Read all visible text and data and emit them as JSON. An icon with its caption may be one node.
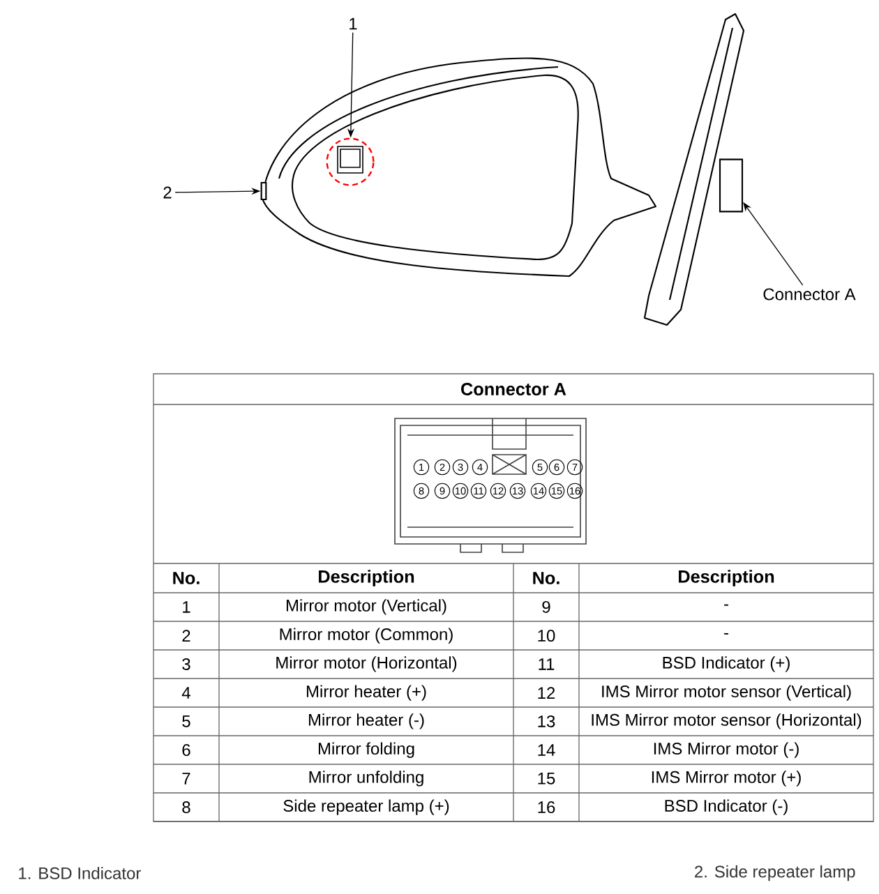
{
  "diagram": {
    "nodes": [
      {
        "text": [
          "1"
        ]
      },
      {
        "text": [],
        "shape": "circle"
      },
      {
        "text": [
          "2"
        ]
      },
      {
        "text": [],
        "shape": "bar"
      },
      {
        "text": [
          "Connector A"
        ]
      },
      {
        "text": [],
        "shape": "box"
      }
    ],
    "edges": [
      {
        "from": 0,
        "to": 1,
        "arrow": "to"
      },
      {
        "from": 2,
        "to": 3,
        "arrow": "to"
      },
      {
        "from": 4,
        "to": 5,
        "arrow": "to"
      }
    ],
    "labels": [
      "Connector A",
      "1",
      "2",
      "3",
      "4",
      "5",
      "6",
      "7",
      "8",
      "9",
      "10",
      "11",
      "12",
      "13",
      "14",
      "15",
      "16",
      "No.",
      "Description",
      "No.",
      "Description",
      "1",
      "Mirror motor (Vertical)",
      "9",
      "-",
      "2",
      "Mirror motor (Common)",
      "10",
      "-",
      "3",
      "Mirror motor (Horizontal)",
      "11",
      "BSD Indicator (+)",
      "4",
      "Mirror heater (+)",
      "12",
      "IMS Mirror motor sensor (Vertical)",
      "5",
      "Mirror heater (-)",
      "13",
      "IMS Mirror motor sensor (Horizontal)",
      "6",
      "Mirror folding",
      "14",
      "IMS Mirror motor (-)",
      "7",
      "Mirror unfolding",
      "15",
      "IMS Mirror motor (+)",
      "8",
      "Side repeater lamp (+)",
      "16",
      "BSD Indicator (-)",
      "1. BSD Indicator",
      "2. Side repeater lamp"
    ]
  }
}
